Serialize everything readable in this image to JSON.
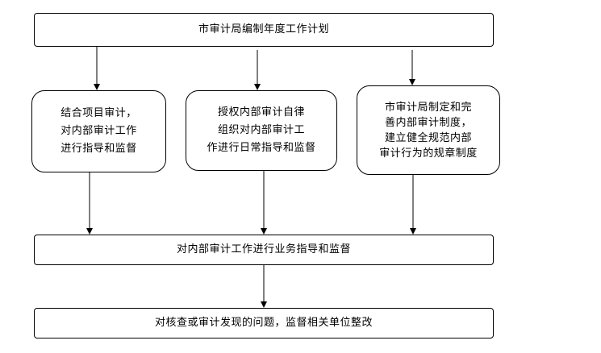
{
  "plan": {
    "label": "市审计局编制年度工作计划"
  },
  "box_a": {
    "lines": [
      "结合项目审计，",
      "对内部审计工作",
      "进行指导和监督"
    ]
  },
  "box_b": {
    "lines": [
      "授权内部审计自律",
      "组织对内部审计工",
      "作进行日常指导和监督"
    ]
  },
  "box_c": {
    "lines": [
      "市审计局制定和完",
      "善内部审计制度，",
      "建立健全规范内部",
      "审计行为的规章制度"
    ]
  },
  "guide": {
    "label": "对内部审计工作进行业务指导和监督"
  },
  "rectify": {
    "label": "对核查或审计发现的问题，监督相关单位整改"
  }
}
